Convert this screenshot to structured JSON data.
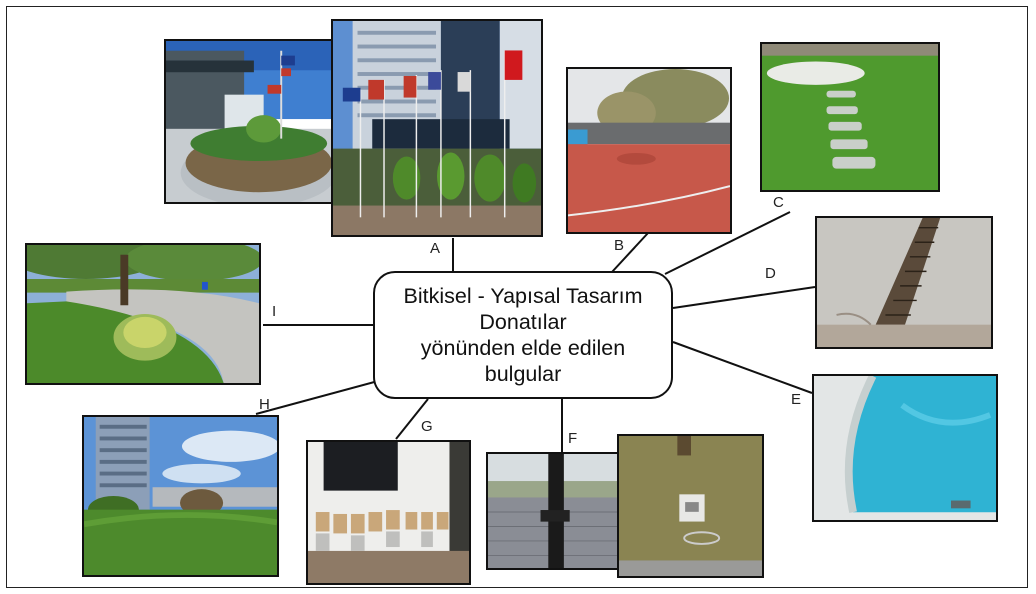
{
  "center": {
    "lines": [
      "Bitkisel - Yapısal Tasarım",
      "Donatılar",
      "yönünden elde edilen",
      "bulgular"
    ]
  },
  "labels": {
    "A": "A",
    "B": "B",
    "C": "C",
    "D": "D",
    "E": "E",
    "F": "F",
    "G": "G",
    "H": "H",
    "I": "I"
  },
  "photos": {
    "A1": "flags-entrance-photo",
    "A2": "flags-building-photo",
    "B": "sports-court-photo",
    "C": "stepping-stones-photo",
    "D": "drain-grate-photo",
    "E": "pool-photo",
    "F1": "lamp-post-photo",
    "F2": "ground-box-photo",
    "G": "waiting-room-photo",
    "H": "lawn-building-photo",
    "I": "garden-path-photo"
  },
  "colors": {
    "line": "#111111",
    "border": "#111111"
  }
}
